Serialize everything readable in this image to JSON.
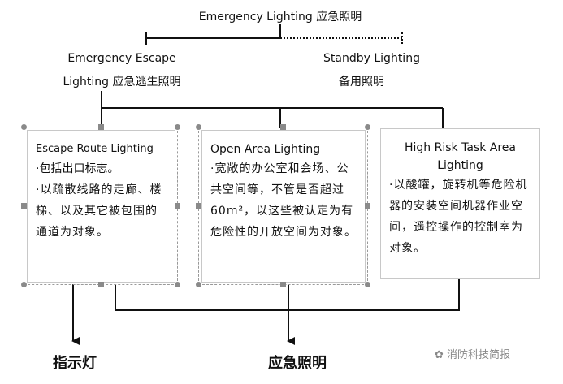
{
  "root": {
    "label": "Emergency Lighting 应急照明"
  },
  "left_branch": {
    "line1": "Emergency Escape",
    "line2": "Lighting 应急逃生照明"
  },
  "right_branch": {
    "line1": "Standby Lighting",
    "line2": "备用照明"
  },
  "boxes": [
    {
      "title": "Escape Route Lighting",
      "items": [
        "·包括出口标志。",
        "·以疏散线路的走廊、楼梯、以及其它被包围的通道为对象。"
      ]
    },
    {
      "title": "Open Area Lighting",
      "items": [
        "·宽敞的办公室和会场、公共空间等，不管是否超过 60m²，以这些被认定为有危险性的开放空间为对象。"
      ]
    },
    {
      "title": "High Risk Task Area Lighting",
      "items": [
        "·以酸罐，旋转机等危险机器的安装空间机器作业空间，遥控操作的控制室为对象。"
      ]
    }
  ],
  "outputs": {
    "left": "指示灯",
    "right": "应急照明"
  },
  "watermark": "消防科技简报"
}
